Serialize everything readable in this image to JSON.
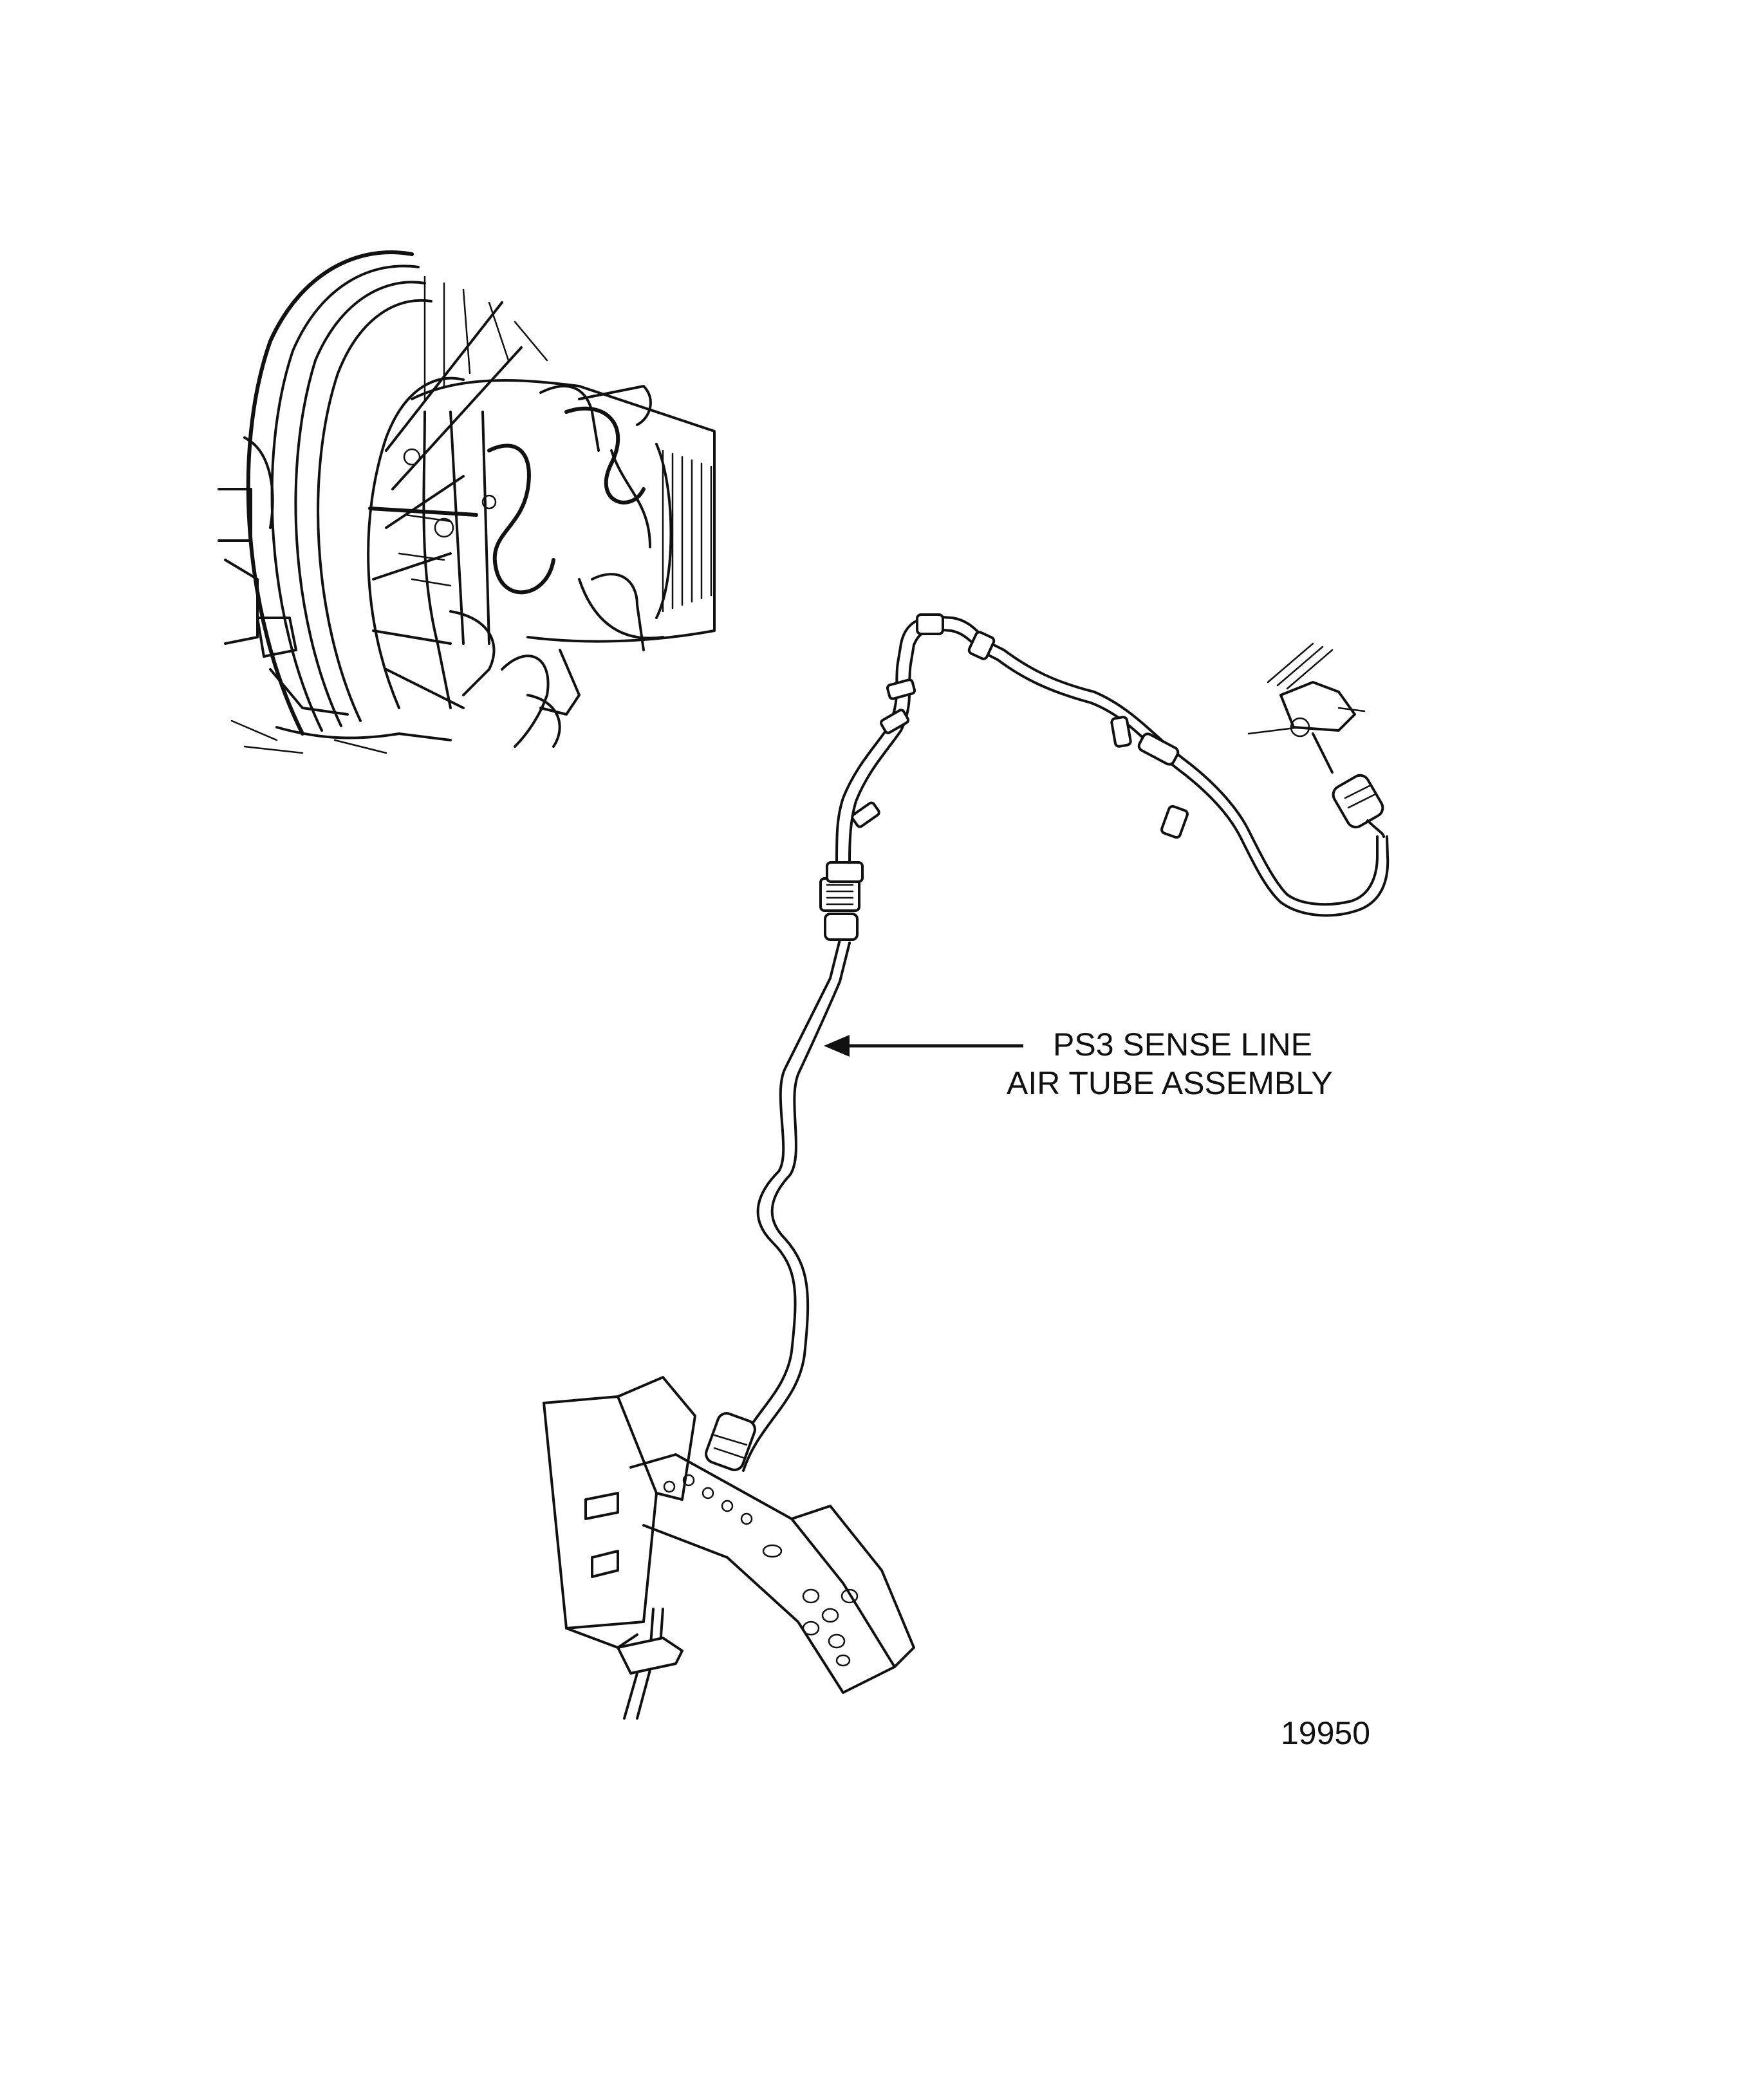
{
  "callout": {
    "line1": "PS3 SENSE LINE",
    "line2": "AIR TUBE ASSEMBLY"
  },
  "figure_number": "19950"
}
